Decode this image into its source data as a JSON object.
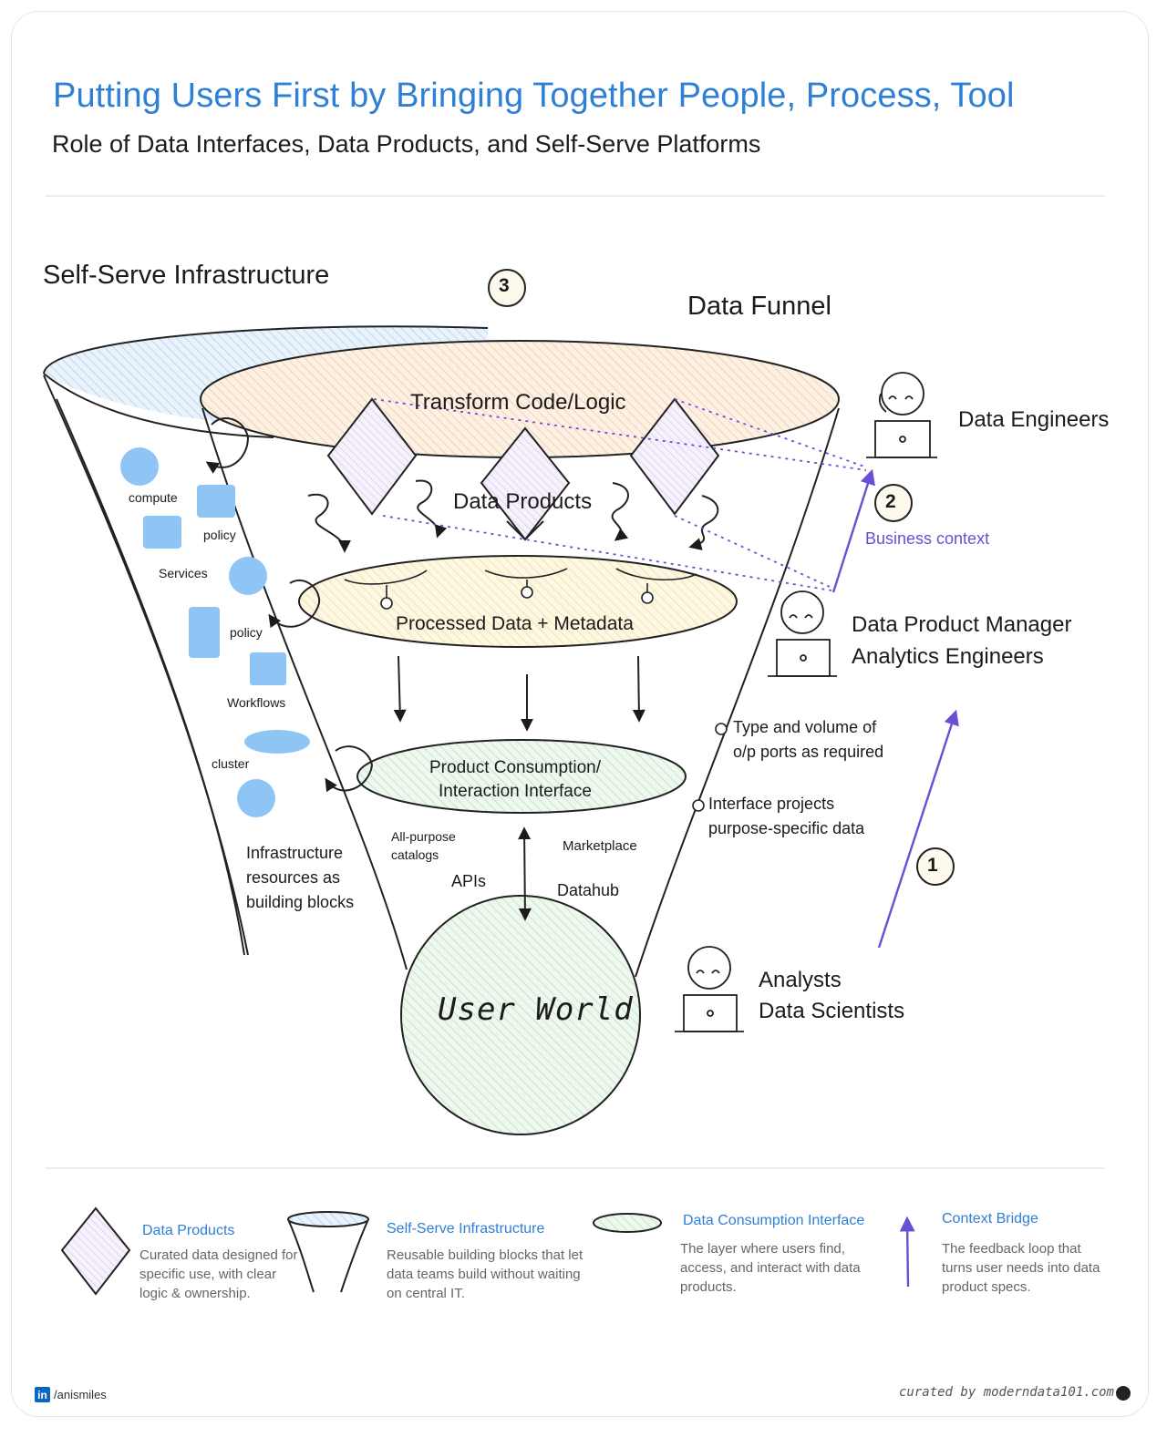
{
  "header": {
    "title": "Putting Users First by Bringing Together People, Process, Tool",
    "subtitle": "Role of Data Interfaces, Data Products, and Self-Serve Platforms"
  },
  "diagram": {
    "self_serve_title": "Self-Serve Infrastructure",
    "funnel_title": "Data Funnel",
    "step_numbers": [
      "3",
      "2",
      "1"
    ],
    "funnel_layers": {
      "transform": "Transform Code/Logic",
      "products": "Data Products",
      "processed": "Processed Data + Metadata",
      "consumption_line1": "Product Consumption/",
      "consumption_line2": "Interaction Interface",
      "user_world": "User World"
    },
    "infra_blocks": [
      "compute",
      "policy",
      "Services",
      "policy",
      "Workflows",
      "cluster"
    ],
    "infra_caption": [
      "Infrastructure",
      "resources as",
      "building blocks"
    ],
    "interfaces": {
      "catalogs": [
        "All-purpose",
        "catalogs"
      ],
      "apis": "APIs",
      "marketplace": "Marketplace",
      "datahub": "Datahub"
    },
    "notes": {
      "note1_line1": "Type and volume of",
      "note1_line2": "o/p ports as required",
      "note2_line1": "Interface projects",
      "note2_line2": "purpose-specific data",
      "business_context": "Business context"
    },
    "personas": {
      "engineers": "Data Engineers",
      "manager_line1": "Data Product Manager",
      "manager_line2": "Analytics Engineers",
      "analysts_line1": "Analysts",
      "analysts_line2": "Data Scientists"
    }
  },
  "legend": [
    {
      "title": "Data Products",
      "desc": "Curated data designed for specific use, with clear logic & ownership."
    },
    {
      "title": "Self-Serve Infrastructure",
      "desc": "Reusable building blocks that let data teams build without waiting on central IT."
    },
    {
      "title": "Data Consumption Interface",
      "desc": "The layer where users find, access, and interact with data products."
    },
    {
      "title": "Context Bridge",
      "desc": "The feedback loop that turns user needs into data product specs."
    }
  ],
  "footer": {
    "linkedin_icon": "in",
    "handle": "/anismiles",
    "curated": "curated by moderndata101.com"
  },
  "colors": {
    "title_blue": "#2e7fd6",
    "block_blue": "#8ec5f5",
    "accent_purple": "#6a4fd6"
  }
}
